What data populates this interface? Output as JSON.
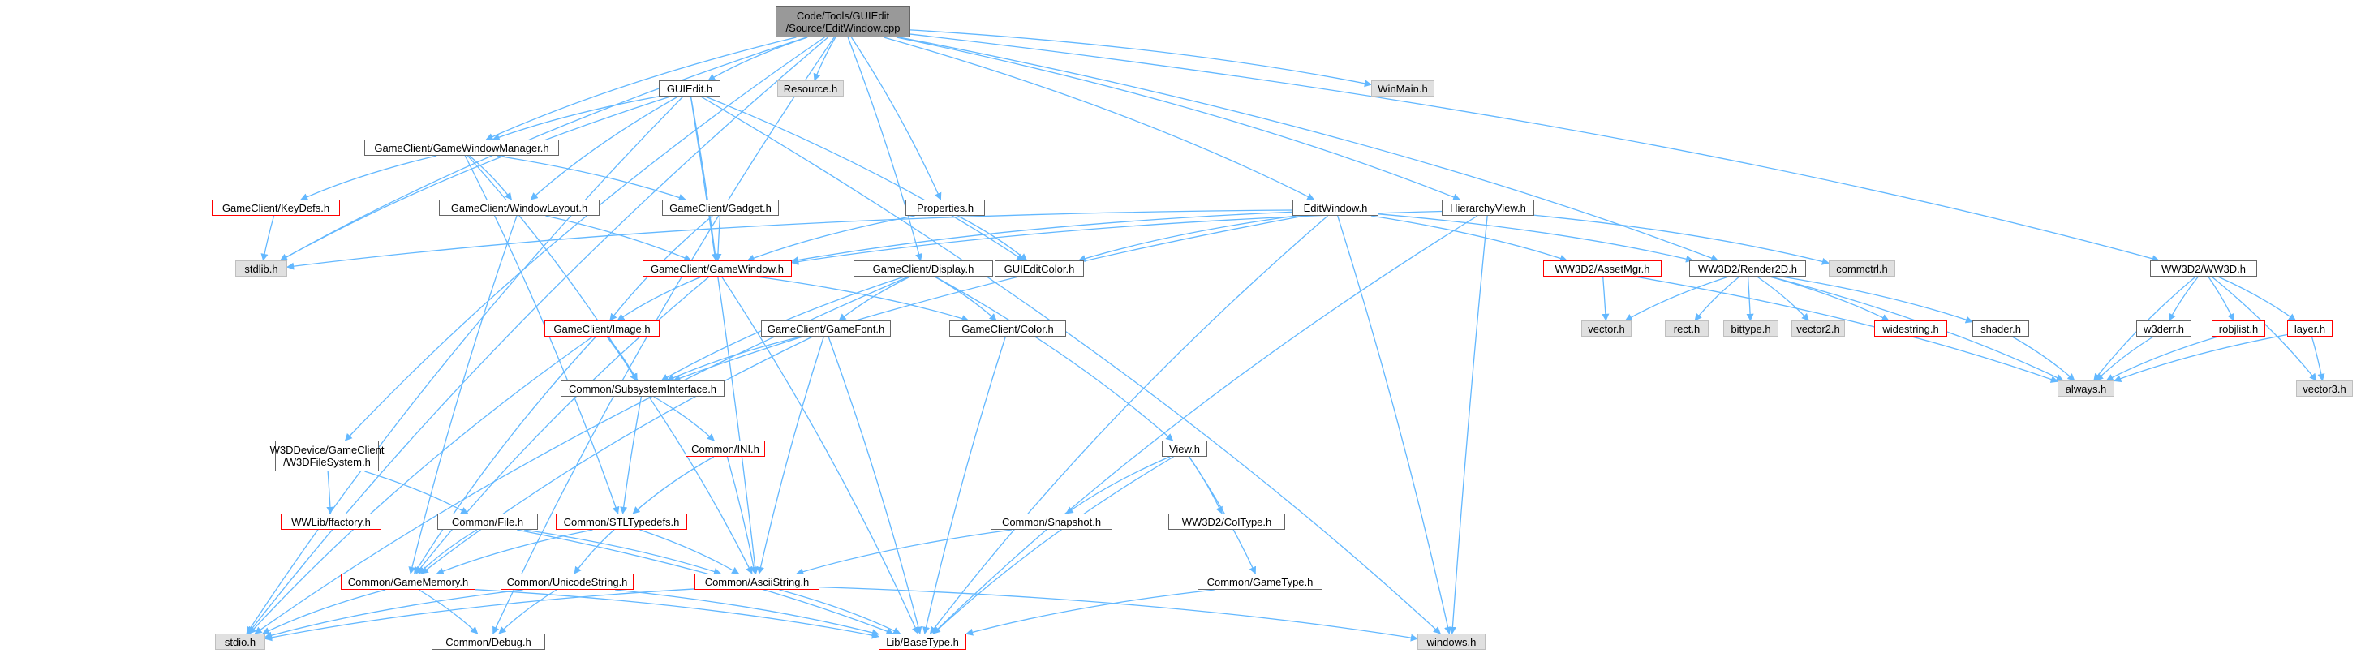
{
  "diagram": {
    "type": "include-dependency-graph",
    "edge_color": "#63b8ff",
    "node_border": "#666666",
    "missing_fill": "#e0e0e0",
    "undocumented_border": "#ff0000",
    "root_fill": "#999999",
    "nodes": [
      {
        "id": "root",
        "label": "Code/Tools/GUIEdit\n/Source/EditWindow.cpp",
        "style": "root"
      },
      {
        "id": "guiedit",
        "label": "GUIEdit.h",
        "style": "normal"
      },
      {
        "id": "resource",
        "label": "Resource.h",
        "style": "gray"
      },
      {
        "id": "winmain",
        "label": "WinMain.h",
        "style": "gray"
      },
      {
        "id": "gwm",
        "label": "GameClient/GameWindowManager.h",
        "style": "normal"
      },
      {
        "id": "keydefs",
        "label": "GameClient/KeyDefs.h",
        "style": "red"
      },
      {
        "id": "winlayout",
        "label": "GameClient/WindowLayout.h",
        "style": "normal"
      },
      {
        "id": "gadget",
        "label": "GameClient/Gadget.h",
        "style": "normal"
      },
      {
        "id": "properties",
        "label": "Properties.h",
        "style": "normal"
      },
      {
        "id": "editwindow",
        "label": "EditWindow.h",
        "style": "normal"
      },
      {
        "id": "hierarchy",
        "label": "HierarchyView.h",
        "style": "normal"
      },
      {
        "id": "stdlib",
        "label": "stdlib.h",
        "style": "gray"
      },
      {
        "id": "gamewindow",
        "label": "GameClient/GameWindow.h",
        "style": "red"
      },
      {
        "id": "display",
        "label": "GameClient/Display.h",
        "style": "normal"
      },
      {
        "id": "guieditcolor",
        "label": "GUIEditColor.h",
        "style": "normal"
      },
      {
        "id": "assetmgr",
        "label": "WW3D2/AssetMgr.h",
        "style": "red"
      },
      {
        "id": "render2d",
        "label": "WW3D2/Render2D.h",
        "style": "normal"
      },
      {
        "id": "commctrl",
        "label": "commctrl.h",
        "style": "gray"
      },
      {
        "id": "ww3d",
        "label": "WW3D2/WW3D.h",
        "style": "normal"
      },
      {
        "id": "image",
        "label": "GameClient/Image.h",
        "style": "red"
      },
      {
        "id": "gamefont",
        "label": "GameClient/GameFont.h",
        "style": "normal"
      },
      {
        "id": "color",
        "label": "GameClient/Color.h",
        "style": "normal"
      },
      {
        "id": "vector",
        "label": "vector.h",
        "style": "gray"
      },
      {
        "id": "rect",
        "label": "rect.h",
        "style": "gray"
      },
      {
        "id": "bittype",
        "label": "bittype.h",
        "style": "gray"
      },
      {
        "id": "vector2",
        "label": "vector2.h",
        "style": "gray"
      },
      {
        "id": "widestring",
        "label": "widestring.h",
        "style": "red"
      },
      {
        "id": "shader",
        "label": "shader.h",
        "style": "normal"
      },
      {
        "id": "w3derr",
        "label": "w3derr.h",
        "style": "normal"
      },
      {
        "id": "robjlist",
        "label": "robjlist.h",
        "style": "red"
      },
      {
        "id": "layer",
        "label": "layer.h",
        "style": "red"
      },
      {
        "id": "subsys",
        "label": "Common/SubsystemInterface.h",
        "style": "normal"
      },
      {
        "id": "always",
        "label": "always.h",
        "style": "gray"
      },
      {
        "id": "vector3",
        "label": "vector3.h",
        "style": "gray"
      },
      {
        "id": "w3dfs",
        "label": "W3DDevice/GameClient\n/W3DFileSystem.h",
        "style": "normal"
      },
      {
        "id": "ini",
        "label": "Common/INI.h",
        "style": "red"
      },
      {
        "id": "view",
        "label": "View.h",
        "style": "normal"
      },
      {
        "id": "wwfactory",
        "label": "WWLib/ffactory.h",
        "style": "red"
      },
      {
        "id": "file",
        "label": "Common/File.h",
        "style": "normal"
      },
      {
        "id": "stltypedefs",
        "label": "Common/STLTypedefs.h",
        "style": "red"
      },
      {
        "id": "snapshot",
        "label": "Common/Snapshot.h",
        "style": "normal"
      },
      {
        "id": "colltype",
        "label": "WW3D2/ColType.h",
        "style": "normal"
      },
      {
        "id": "gamememory",
        "label": "Common/GameMemory.h",
        "style": "red"
      },
      {
        "id": "unicodestring",
        "label": "Common/UnicodeString.h",
        "style": "red"
      },
      {
        "id": "asciistring",
        "label": "Common/AsciiString.h",
        "style": "red"
      },
      {
        "id": "gametype",
        "label": "Common/GameType.h",
        "style": "normal"
      },
      {
        "id": "stdio",
        "label": "stdio.h",
        "style": "gray"
      },
      {
        "id": "debug",
        "label": "Common/Debug.h",
        "style": "normal"
      },
      {
        "id": "basetype",
        "label": "Lib/BaseType.h",
        "style": "red"
      },
      {
        "id": "windows",
        "label": "windows.h",
        "style": "gray"
      }
    ],
    "edges": [
      [
        "root",
        "guiedit"
      ],
      [
        "root",
        "resource"
      ],
      [
        "root",
        "winmain"
      ],
      [
        "root",
        "gwm"
      ],
      [
        "root",
        "properties"
      ],
      [
        "root",
        "editwindow"
      ],
      [
        "root",
        "hierarchy"
      ],
      [
        "root",
        "display"
      ],
      [
        "root",
        "render2d"
      ],
      [
        "root",
        "ww3d"
      ],
      [
        "root",
        "stdlib"
      ],
      [
        "root",
        "stdio"
      ],
      [
        "root",
        "debug"
      ],
      [
        "root",
        "w3dfs"
      ],
      [
        "guiedit",
        "gwm"
      ],
      [
        "guiedit",
        "winlayout"
      ],
      [
        "guiedit",
        "gamewindow"
      ],
      [
        "guiedit",
        "guieditcolor"
      ],
      [
        "guiedit",
        "stdlib"
      ],
      [
        "guiedit",
        "stdio"
      ],
      [
        "guiedit",
        "asciistring"
      ],
      [
        "guiedit",
        "windows"
      ],
      [
        "gwm",
        "keydefs"
      ],
      [
        "gwm",
        "winlayout"
      ],
      [
        "gwm",
        "gadget"
      ],
      [
        "gwm",
        "subsys"
      ],
      [
        "gwm",
        "stltypedefs"
      ],
      [
        "keydefs",
        "stdlib"
      ],
      [
        "winlayout",
        "gamewindow"
      ],
      [
        "winlayout",
        "gamememory"
      ],
      [
        "gadget",
        "gamewindow"
      ],
      [
        "gadget",
        "image"
      ],
      [
        "properties",
        "gamewindow"
      ],
      [
        "properties",
        "guieditcolor"
      ],
      [
        "editwindow",
        "gamewindow"
      ],
      [
        "editwindow",
        "guieditcolor"
      ],
      [
        "editwindow",
        "assetmgr"
      ],
      [
        "editwindow",
        "render2d"
      ],
      [
        "editwindow",
        "stdlib"
      ],
      [
        "editwindow",
        "windows"
      ],
      [
        "editwindow",
        "basetype"
      ],
      [
        "editwindow",
        "subsys"
      ],
      [
        "hierarchy",
        "gamewindow"
      ],
      [
        "hierarchy",
        "commctrl"
      ],
      [
        "hierarchy",
        "windows"
      ],
      [
        "hierarchy",
        "basetype"
      ],
      [
        "gamewindow",
        "image"
      ],
      [
        "gamewindow",
        "color"
      ],
      [
        "gamewindow",
        "gamememory"
      ],
      [
        "gamewindow",
        "basetype"
      ],
      [
        "display",
        "gamefont"
      ],
      [
        "display",
        "color"
      ],
      [
        "display",
        "subsys"
      ],
      [
        "display",
        "view"
      ],
      [
        "display",
        "stdio"
      ],
      [
        "assetmgr",
        "vector"
      ],
      [
        "assetmgr",
        "always"
      ],
      [
        "render2d",
        "vector"
      ],
      [
        "render2d",
        "rect"
      ],
      [
        "render2d",
        "bittype"
      ],
      [
        "render2d",
        "vector2"
      ],
      [
        "render2d",
        "widestring"
      ],
      [
        "render2d",
        "shader"
      ],
      [
        "render2d",
        "always"
      ],
      [
        "shader",
        "always"
      ],
      [
        "ww3d",
        "w3derr"
      ],
      [
        "ww3d",
        "robjlist"
      ],
      [
        "ww3d",
        "layer"
      ],
      [
        "ww3d",
        "always"
      ],
      [
        "ww3d",
        "vector3"
      ],
      [
        "w3derr",
        "always"
      ],
      [
        "robjlist",
        "always"
      ],
      [
        "layer",
        "always"
      ],
      [
        "layer",
        "vector3"
      ],
      [
        "image",
        "subsys"
      ],
      [
        "image",
        "asciistring"
      ],
      [
        "image",
        "gamememory"
      ],
      [
        "image",
        "stdio"
      ],
      [
        "gamefont",
        "subsys"
      ],
      [
        "gamefont",
        "asciistring"
      ],
      [
        "gamefont",
        "basetype"
      ],
      [
        "gamefont",
        "gamememory"
      ],
      [
        "color",
        "basetype"
      ],
      [
        "subsys",
        "ini"
      ],
      [
        "subsys",
        "stltypedefs"
      ],
      [
        "ini",
        "stltypedefs"
      ],
      [
        "ini",
        "asciistring"
      ],
      [
        "w3dfs",
        "wwfactory"
      ],
      [
        "w3dfs",
        "file"
      ],
      [
        "file",
        "gamememory"
      ],
      [
        "file",
        "asciistring"
      ],
      [
        "file",
        "basetype"
      ],
      [
        "stltypedefs",
        "gamememory"
      ],
      [
        "stltypedefs",
        "asciistring"
      ],
      [
        "stltypedefs",
        "unicodestring"
      ],
      [
        "view",
        "snapshot"
      ],
      [
        "view",
        "colltype"
      ],
      [
        "view",
        "gametype"
      ],
      [
        "view",
        "basetype"
      ],
      [
        "snapshot",
        "asciistring"
      ],
      [
        "gamememory",
        "stdio"
      ],
      [
        "gamememory",
        "debug"
      ],
      [
        "gamememory",
        "basetype"
      ],
      [
        "unicodestring",
        "stdio"
      ],
      [
        "unicodestring",
        "debug"
      ],
      [
        "unicodestring",
        "basetype"
      ],
      [
        "asciistring",
        "basetype"
      ],
      [
        "asciistring",
        "windows"
      ],
      [
        "asciistring",
        "stdio"
      ],
      [
        "gametype",
        "basetype"
      ]
    ]
  }
}
